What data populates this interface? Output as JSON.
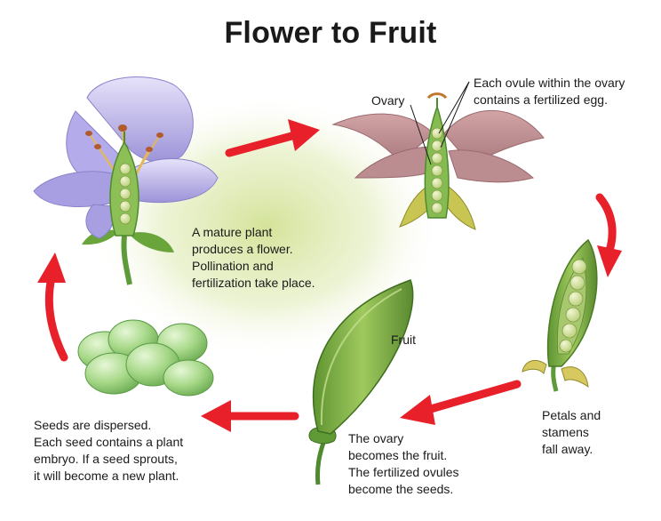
{
  "title": "Flower to Fruit",
  "labels": {
    "ovary": "Ovary",
    "ovule": [
      "Each ovule within the ovary",
      "contains a fertilized egg."
    ],
    "fruit": "Fruit"
  },
  "captions": {
    "mature_plant": [
      "A mature plant",
      "produces a flower.",
      "Pollination and",
      "fertilization take place."
    ],
    "petals_fall": [
      "Petals and",
      "stamens",
      "fall away."
    ],
    "ovary_fruit": [
      "The ovary",
      "becomes the fruit.",
      "The fertilized ovules",
      "become the seeds."
    ],
    "seeds_dispersed": [
      "Seeds are dispersed.",
      "Each seed contains a plant",
      "embryo. If a seed sprouts,",
      "it will become a new plant."
    ]
  },
  "colors": {
    "arrow": "#e8202a",
    "petal_purple": "#b9b3e6",
    "petal_faded": "#c08a8f",
    "stem_green": "#5c9a3a",
    "pod_green": "#7fae48",
    "seed_green": "#a9d88a",
    "glow": "#d6e5a3"
  },
  "stages": [
    "flower",
    "pollinated-flower",
    "pod",
    "fruit",
    "seeds"
  ]
}
